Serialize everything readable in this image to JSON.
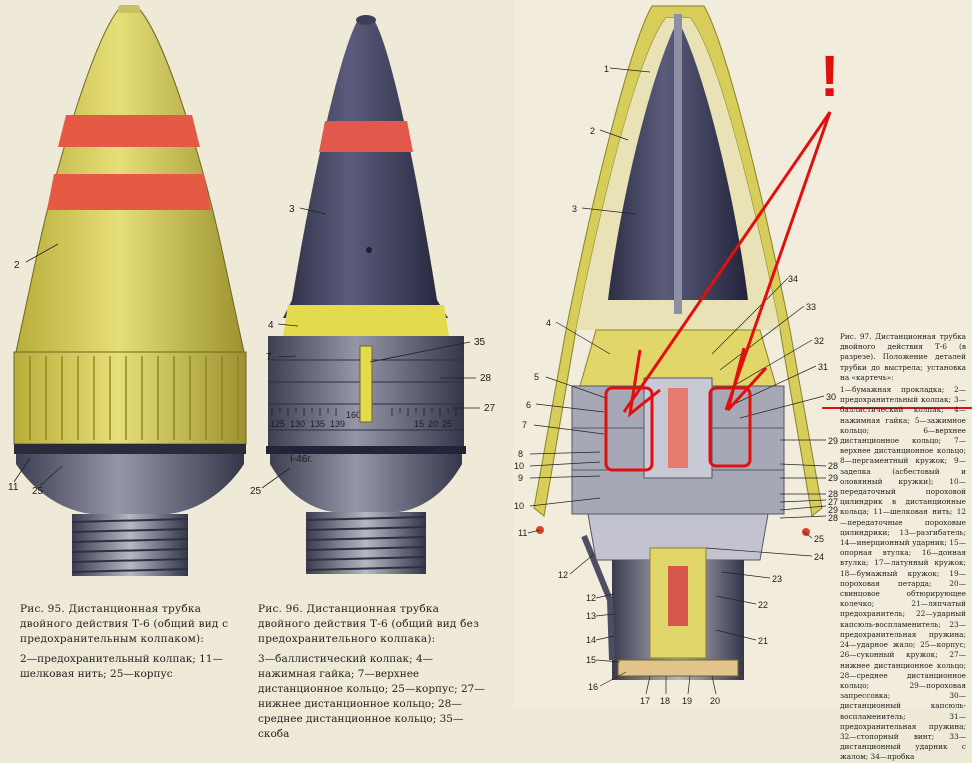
{
  "fig95": {
    "title": "Рис. 95. Дистанционная трубка двойного действия Т-6 (общий вид с предохранительным колпаком):",
    "desc": "2—предохранительный колпак; 11—шелковая нить; 25—корпус",
    "labels": [
      "2",
      "11",
      "25"
    ]
  },
  "fig96": {
    "title": "Рис. 96. Дистанционная трубка двойного действия Т-6 (общий вид без предохранительного колпака):",
    "desc": "3—баллистический колпак; 4—нажимная гайка; 7—верхнее дистанционное кольцо; 25—корпус; 27—нижнее дистанционное кольцо; 28—среднее дистанционное кольцо; 35—скоба",
    "labels": [
      "3",
      "4",
      "7",
      "35",
      "28",
      "27",
      "25"
    ],
    "stamp": "I-46г.",
    "scale": [
      "125",
      "130",
      "135",
      "139",
      "160",
      "15",
      "20",
      "25"
    ]
  },
  "fig97": {
    "title": "Рис. 97. Дистанционная трубка двойного действия Т-6 (в разрезе). Положение деталей трубки до выстрела; установка на «картечь»:",
    "desc": "1—бумажная прокладка; 2—предохранительный колпак; 3—баллистический колпак; 4—нажимная гайка; 5—зажимное кольцо; 6—верхнее дистанционное кольцо; 7—верхнее дистанционное кольцо; 8—пергаментный кружок; 9—заделка (асбестовый и оловянный кружки); 10—передаточный пороховой цилиндрик в дистанционные кольца; 11—шелковая нить; 12—передаточные пороховые цилиндрики; 13—разгибатель; 14—инерционный ударник; 15—опорная втулка; 16—донная втулка; 17—латунный кружок; 18—бумажный кружок; 19—пороховая петарда; 20—свинцовое обтюрирующее колечко; 21—ляпчатый предохранитель; 22—ударный капсюль-воспламенитель; 23—предохранительная пружина; 24—ударное жало; 25—корпус; 26—суконный кружок; 27—нижнее дистанционное кольцо; 28—среднее дистанционное кольцо; 29—пороховая запрессовка; 30—дистанционный капсюль-воспламенитель; 31—предохранительная пружина; 32—стопорный винт; 33—дистанционный ударник с жалом; 34—пробка",
    "labels_left": [
      "1",
      "2",
      "3",
      "4",
      "5",
      "6",
      "7",
      "8",
      "10",
      "9",
      "10",
      "11",
      "12",
      "12",
      "13",
      "14",
      "15",
      "16"
    ],
    "labels_right": [
      "34",
      "33",
      "32",
      "31",
      "30",
      "29",
      "28",
      "29",
      "28",
      "27",
      "29",
      "28",
      "25",
      "24",
      "23",
      "22",
      "21",
      "17",
      "18",
      "19",
      "20"
    ]
  },
  "annotation": {
    "mark": "!",
    "color": "#e01010"
  },
  "colors": {
    "yellow": "#d8cf5a",
    "dark": "#4a4b66",
    "stripe": "#e2584a",
    "background": "#efe9d8"
  }
}
